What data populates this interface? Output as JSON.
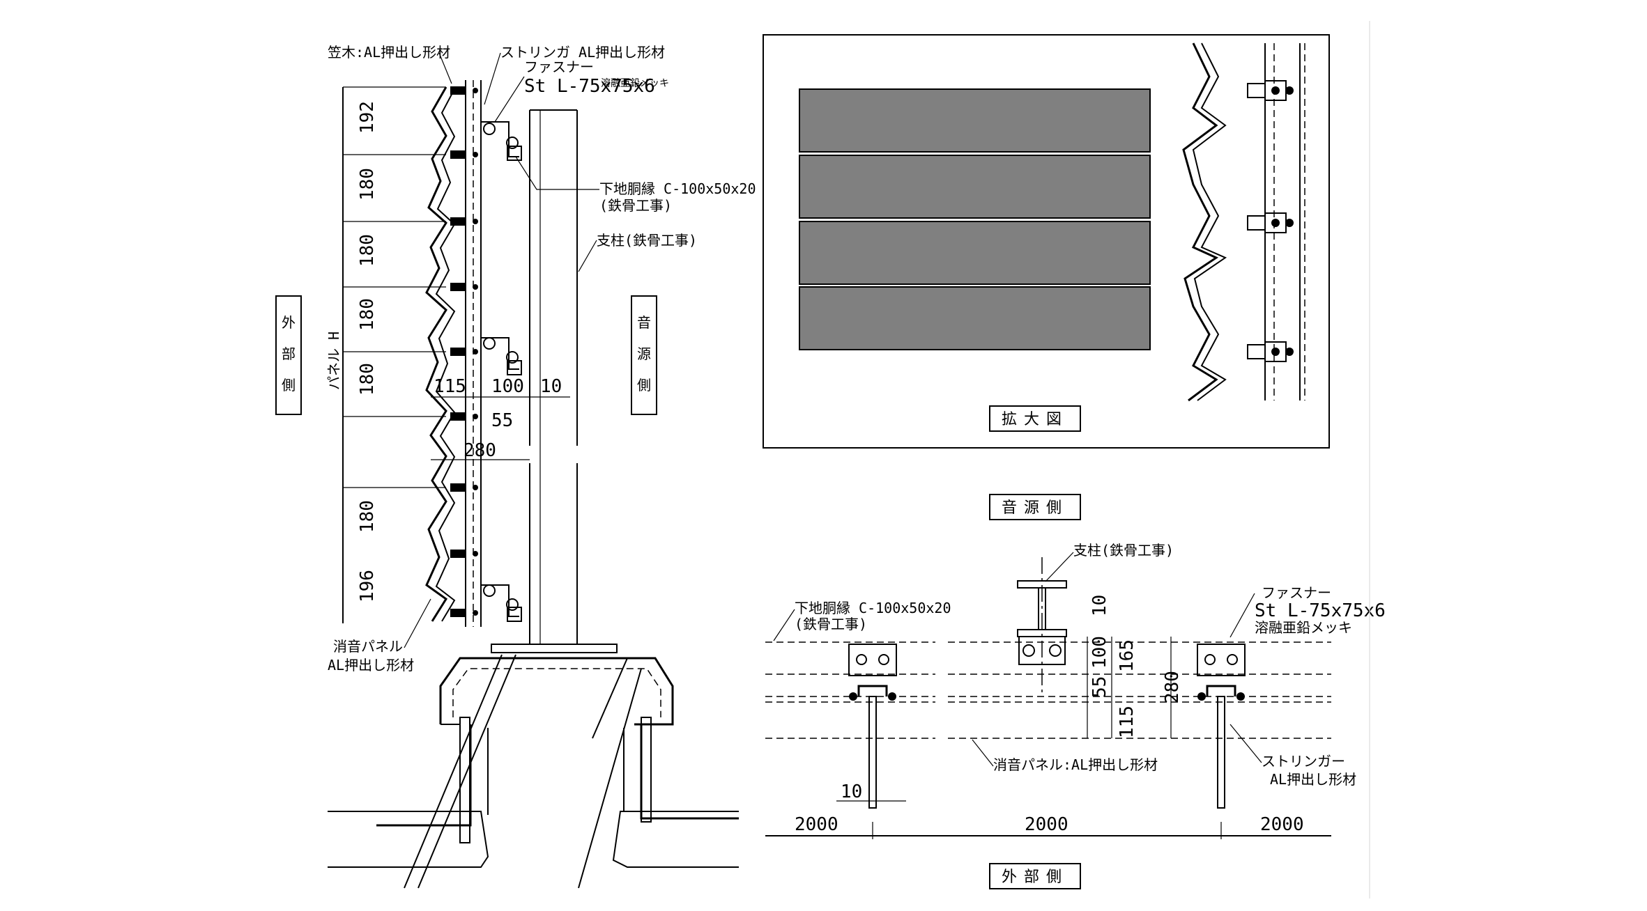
{
  "left_view": {
    "label_exterior": "外部側",
    "label_source": "音源側",
    "panel_height_label": "パネル H",
    "dim_vertical": [
      "192",
      "180",
      "180",
      "180",
      "180",
      "180",
      "196"
    ],
    "dim_115": "115",
    "dim_100": "100",
    "dim_10": "10",
    "dim_55": "55",
    "dim_280": "280",
    "callout_kasagi": "笠木:AL押出し形材",
    "callout_stringer": "ストリンガ AL押出し形材",
    "callout_fastener_1": "ファスナー",
    "callout_fastener_2": "St L-75x75x6",
    "callout_fastener_3": "溶融亜鉛メッキ",
    "callout_girt_1": "下地胴縁 C-100x50x20",
    "callout_girt_2": "(鉄骨工事)",
    "callout_post": "支柱(鉄骨工事)",
    "callout_panel_1": "消音パネル",
    "callout_panel_2": "AL押出し形材"
  },
  "detail_view": {
    "caption": "拡大図"
  },
  "plan_view": {
    "label_source": "音源側",
    "label_exterior": "外部側",
    "callout_post": "支柱(鉄骨工事)",
    "callout_girt_1": "下地胴縁 C-100x50x20",
    "callout_girt_2": "(鉄骨工事)",
    "callout_fastener_1": "ファスナー",
    "callout_fastener_2": "St L-75x75x6",
    "callout_fastener_3": "溶融亜鉛メッキ",
    "callout_panel": "消音パネル:AL押出し形材",
    "callout_stringer_1": "ストリンガー",
    "callout_stringer_2": "AL押出し形材",
    "dim_10_a": "10",
    "dim_100": "100",
    "dim_165": "165",
    "dim_55": "55",
    "dim_280": "280",
    "dim_115": "115",
    "dim_10_b": "10",
    "span_1": "2000",
    "span_2": "2000",
    "span_3": "2000"
  }
}
